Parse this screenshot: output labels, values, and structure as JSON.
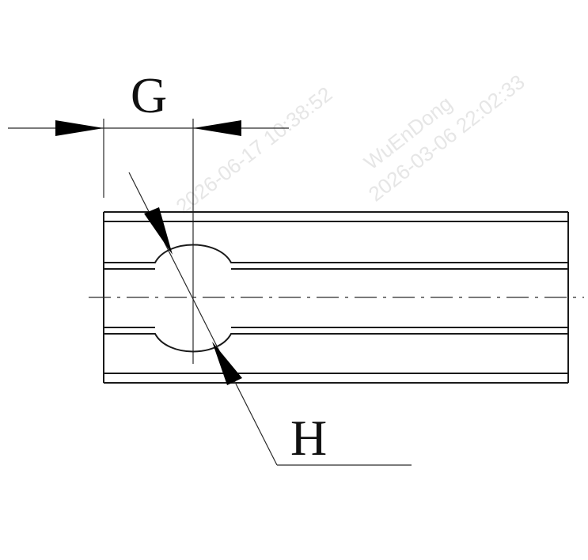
{
  "labels": {
    "dimension_g": "G",
    "dimension_h": "H"
  },
  "watermarks": [
    "WuEnDong",
    "2026-03-06 22:02:33",
    "2026-06-17 10:38:52"
  ],
  "colors": {
    "line": "#1a1a1a",
    "arrow": "#000000",
    "background": "#ffffff",
    "watermark": "#e6e6e6"
  }
}
